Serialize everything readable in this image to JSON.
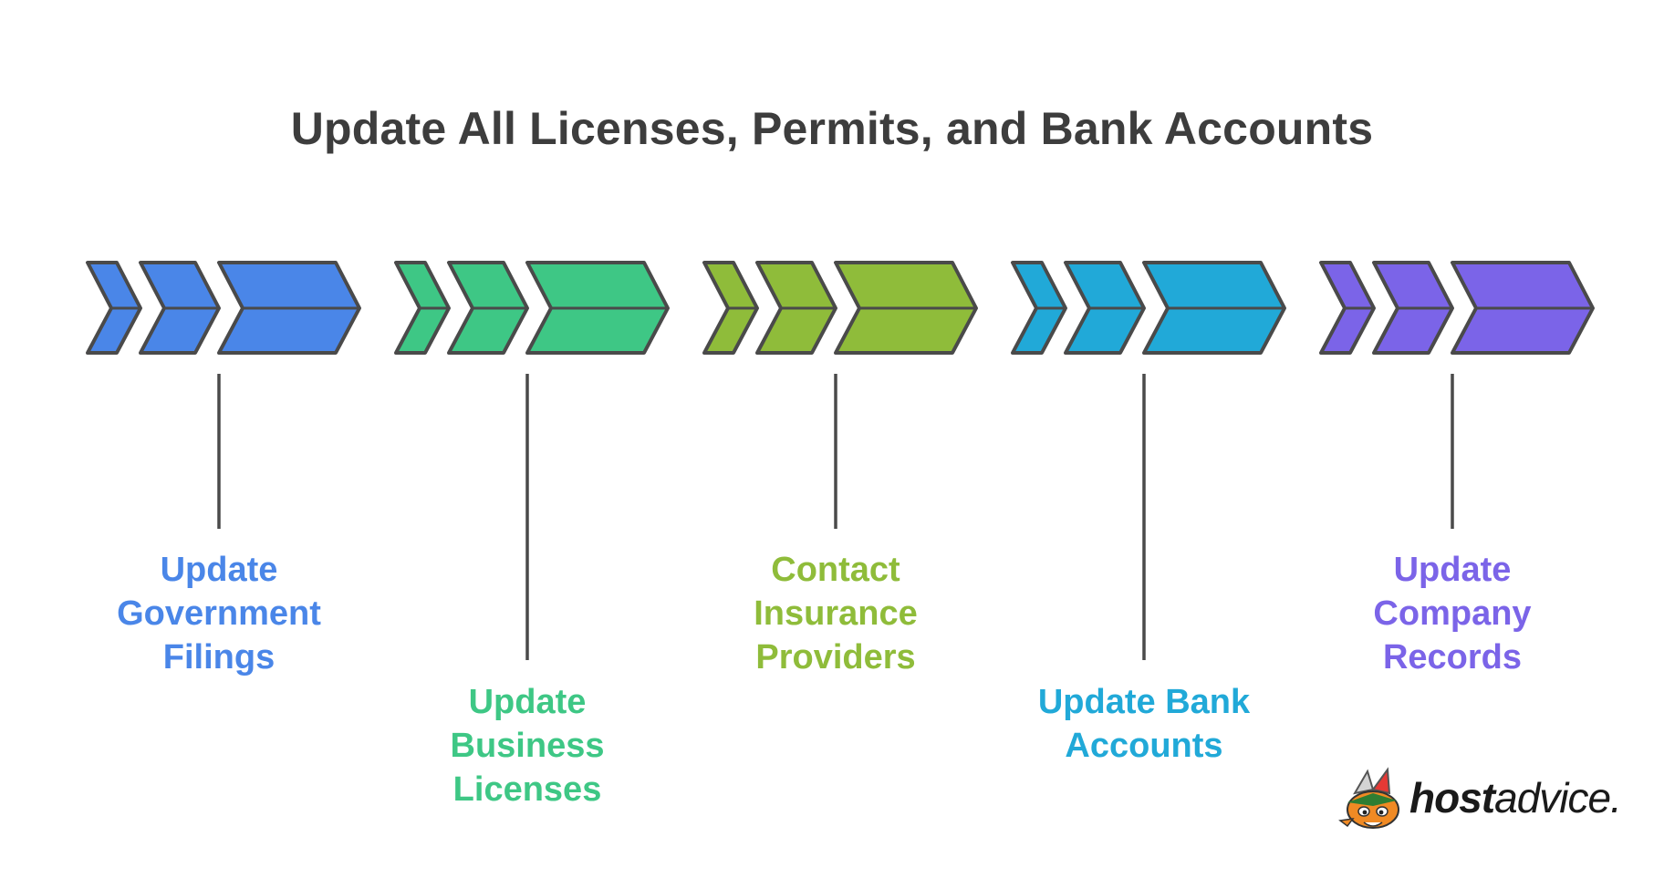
{
  "title": "Update All Licenses, Permits, and Bank Accounts",
  "steps": [
    {
      "label": "Update Government Filings",
      "lines": [
        "Update",
        "Government",
        "Filings"
      ],
      "color": "#4a86e8",
      "position": "top"
    },
    {
      "label": "Update Business Licenses",
      "lines": [
        "Update",
        "Business",
        "Licenses"
      ],
      "color": "#3ec785",
      "position": "bottom"
    },
    {
      "label": "Contact Insurance Providers",
      "lines": [
        "Contact",
        "Insurance",
        "Providers"
      ],
      "color": "#8fbc3a",
      "position": "top"
    },
    {
      "label": "Update Bank Accounts",
      "lines": [
        "Update Bank",
        "Accounts"
      ],
      "color": "#21a9d8",
      "position": "bottom"
    },
    {
      "label": "Update Company Records",
      "lines": [
        "Update",
        "Company",
        "Records"
      ],
      "color": "#7b64e8",
      "position": "top"
    }
  ],
  "colors": {
    "stroke": "#4a4a4a",
    "title": "#3d3d3d"
  },
  "logo": {
    "brand_bold": "host",
    "brand_regular": "advice.",
    "icon": "fox-mascot-icon"
  }
}
